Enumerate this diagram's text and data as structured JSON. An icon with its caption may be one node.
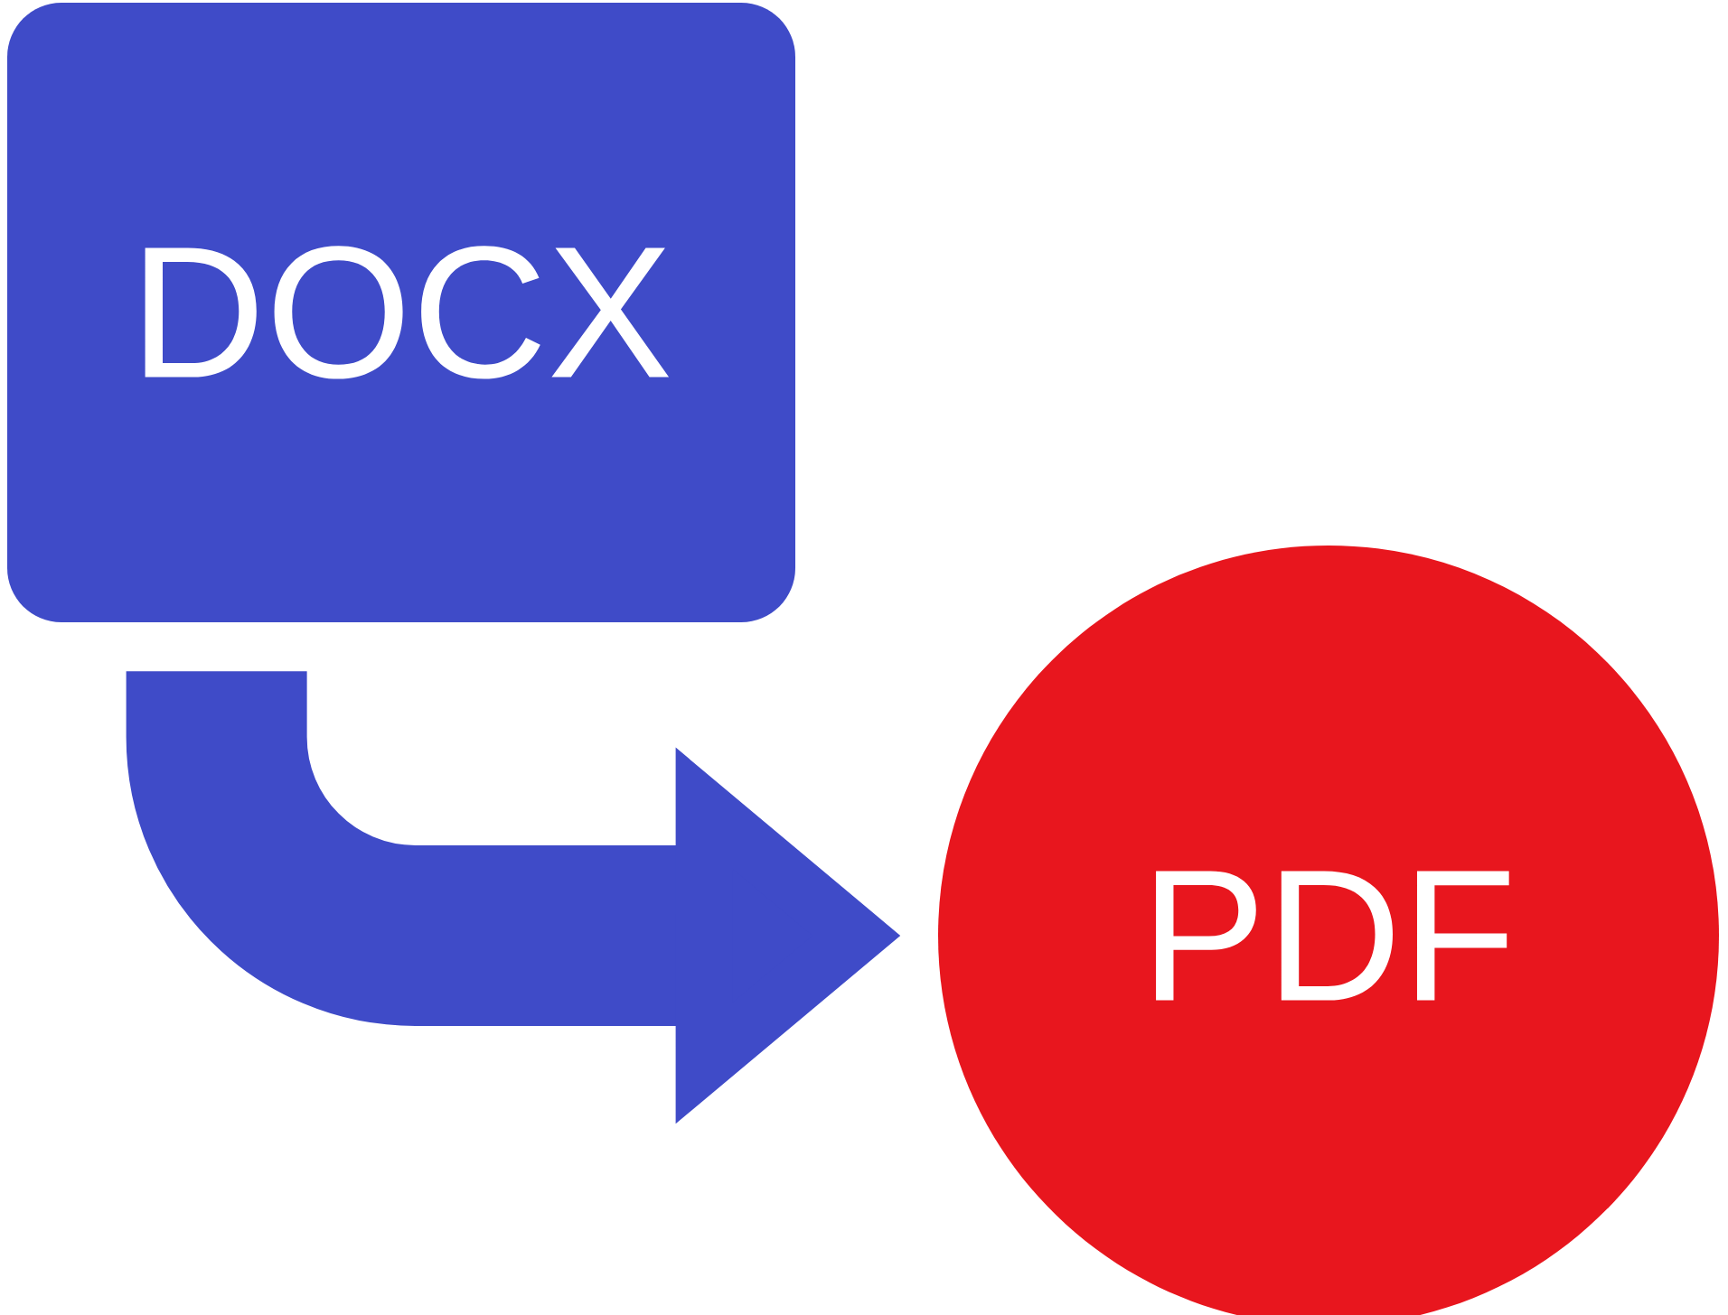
{
  "diagram": {
    "nodes": [
      {
        "text": [
          "DOCX"
        ]
      },
      {
        "text": [
          "PDF"
        ]
      }
    ],
    "edges": [
      {
        "from": 0,
        "to": 1,
        "arrow": "to"
      }
    ]
  }
}
